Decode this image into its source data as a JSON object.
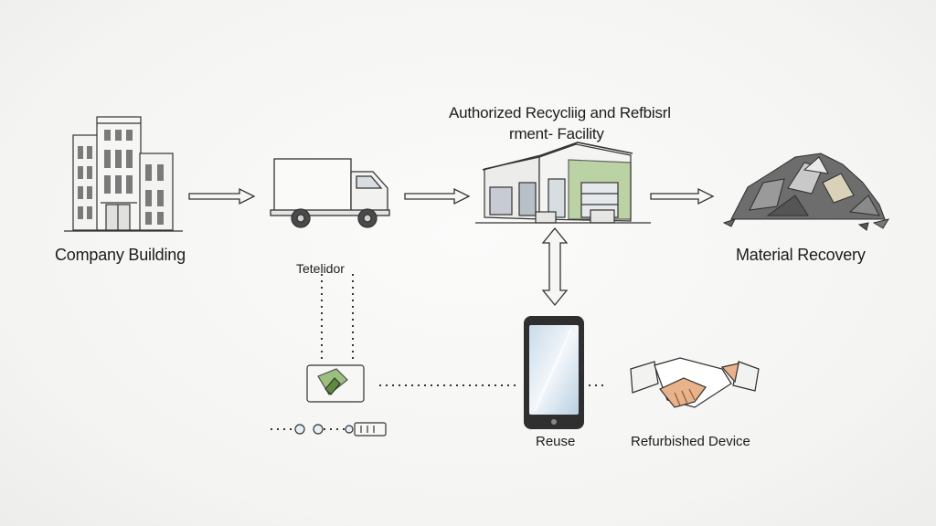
{
  "diagram": {
    "nodes": {
      "company_building": {
        "label": "Company Building",
        "icon": "office-building-icon"
      },
      "transport": {
        "label": "Tetelidor",
        "icon": "delivery-truck-icon"
      },
      "facility": {
        "label_line1": "Authorized Recycliig and Refbisrl",
        "label_line2": "rment- Facility",
        "icon": "recycling-facility-icon"
      },
      "material_recovery": {
        "label": "Material Recovery",
        "icon": "scrap-pile-icon"
      },
      "reuse": {
        "label": "Reuse",
        "icon": "smartphone-icon"
      },
      "refurbished_device": {
        "label": "Refurbished Device",
        "icon": "handshake-icon"
      },
      "tracking_device": {
        "icon": "tracking-card-icon"
      }
    },
    "accent_green": "#8db56a",
    "line_color": "#3a3a3a"
  }
}
